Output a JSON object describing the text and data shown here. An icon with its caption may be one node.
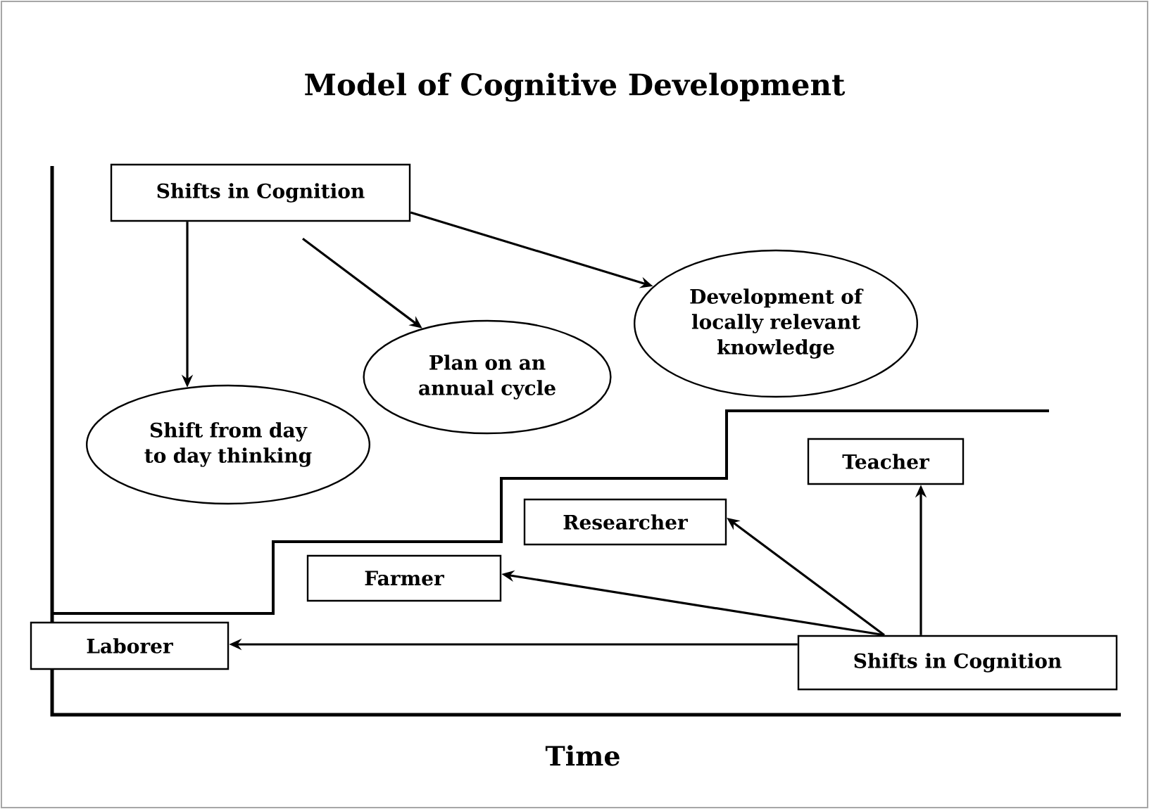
{
  "diagram": {
    "title": "Model of Cognitive Development",
    "nodes": [
      {
        "text": [
          "Shifts in Cognition"
        ]
      },
      {
        "text": [
          "Shift from day to day thinking"
        ]
      },
      {
        "text": [
          "Plan on an annual cycle"
        ]
      },
      {
        "text": [
          "Development of locally relevant knowledge"
        ]
      },
      {
        "text": [
          "Teacher"
        ]
      },
      {
        "text": [
          "Researcher"
        ]
      },
      {
        "text": [
          "Farmer"
        ]
      },
      {
        "text": [
          "Laborer"
        ]
      },
      {
        "text": [
          "Shifts in Cognition"
        ]
      }
    ],
    "edges": [
      {
        "from": 0,
        "to": 1,
        "arrow": "to"
      },
      {
        "from": 0,
        "to": 2,
        "arrow": "to"
      },
      {
        "from": 0,
        "to": 3,
        "arrow": "to"
      },
      {
        "from": 8,
        "to": 7,
        "arrow": "to"
      },
      {
        "from": 8,
        "to": 6,
        "arrow": "to"
      },
      {
        "from": 8,
        "to": 5,
        "arrow": "to"
      },
      {
        "from": 8,
        "to": 4,
        "arrow": "to"
      }
    ],
    "labels": [
      "Time"
    ]
  }
}
